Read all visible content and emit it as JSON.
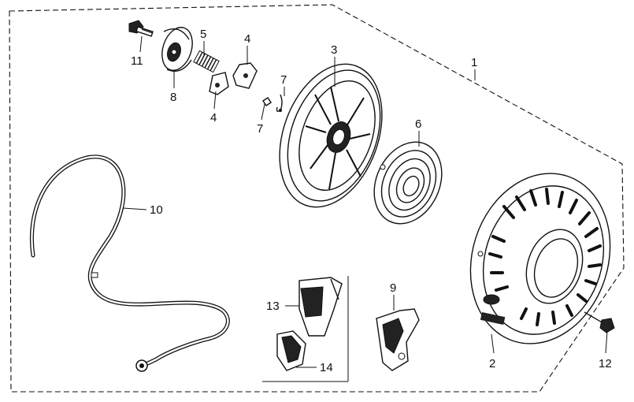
{
  "diagram": {
    "callouts": [
      {
        "id": "c1",
        "label": "1"
      },
      {
        "id": "c2",
        "label": "2"
      },
      {
        "id": "c3",
        "label": "3"
      },
      {
        "id": "c4a",
        "label": "4"
      },
      {
        "id": "c4b",
        "label": "4"
      },
      {
        "id": "c5",
        "label": "5"
      },
      {
        "id": "c6",
        "label": "6"
      },
      {
        "id": "c7a",
        "label": "7"
      },
      {
        "id": "c7b",
        "label": "7"
      },
      {
        "id": "c8",
        "label": "8"
      },
      {
        "id": "c9",
        "label": "9"
      },
      {
        "id": "c10",
        "label": "10"
      },
      {
        "id": "c11",
        "label": "11"
      },
      {
        "id": "c12",
        "label": "12"
      },
      {
        "id": "c13",
        "label": "13"
      },
      {
        "id": "c14",
        "label": "14"
      }
    ]
  }
}
